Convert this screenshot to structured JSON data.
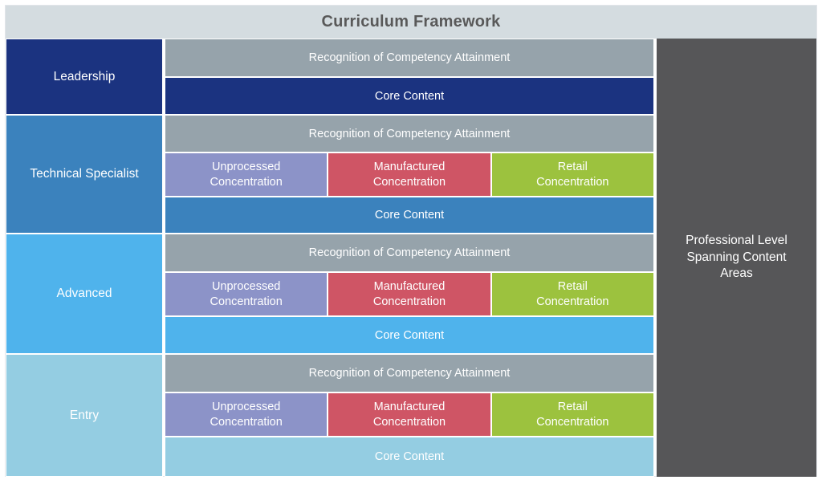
{
  "header": {
    "title": "Curriculum Framework",
    "bg_color": "#D4DCE0",
    "text_color": "#595959"
  },
  "labels": {
    "recognition": "Recognition of Competency Attainment",
    "core_content": "Core Content",
    "unprocessed": "Unprocessed\nConcentration",
    "manufactured": "Manufactured\nConcentration",
    "retail": "Retail\nConcentration"
  },
  "side_panel": {
    "text": "Professional Level\nSpanning Content\nAreas",
    "bg_color": "#565658",
    "text_color": "#FFFFFF"
  },
  "colors": {
    "recognition_gray": "#96A3AB",
    "unprocessed_purple": "#8C93C8",
    "manufactured_red": "#CF5565",
    "retail_green": "#9CC23E",
    "leadership_blue": "#1B3380",
    "technical_specialist_blue": "#3B82BD",
    "advanced_blue": "#4FB3EC",
    "entry_blue": "#94CDE2",
    "divider_white": "#FFFFFF"
  },
  "tiers": [
    {
      "name": "Leadership",
      "color": "#1B3380",
      "has_concentrations": false,
      "bands": [
        "Recognition of Competency Attainment",
        "Core Content"
      ]
    },
    {
      "name": "Technical Specialist",
      "color": "#3B82BD",
      "has_concentrations": true,
      "bands": [
        "Recognition of Competency Attainment",
        "Core Content"
      ],
      "concentrations": [
        "Unprocessed\nConcentration",
        "Manufactured\nConcentration",
        "Retail\nConcentration"
      ]
    },
    {
      "name": "Advanced",
      "color": "#4FB3EC",
      "has_concentrations": true,
      "bands": [
        "Recognition of Competency Attainment",
        "Core Content"
      ],
      "concentrations": [
        "Unprocessed\nConcentration",
        "Manufactured\nConcentration",
        "Retail\nConcentration"
      ]
    },
    {
      "name": "Entry",
      "color": "#94CDE2",
      "has_concentrations": true,
      "bands": [
        "Recognition of Competency Attainment",
        "Core Content"
      ],
      "concentrations": [
        "Unprocessed\nConcentration",
        "Manufactured\nConcentration",
        "Retail\nConcentration"
      ]
    }
  ]
}
